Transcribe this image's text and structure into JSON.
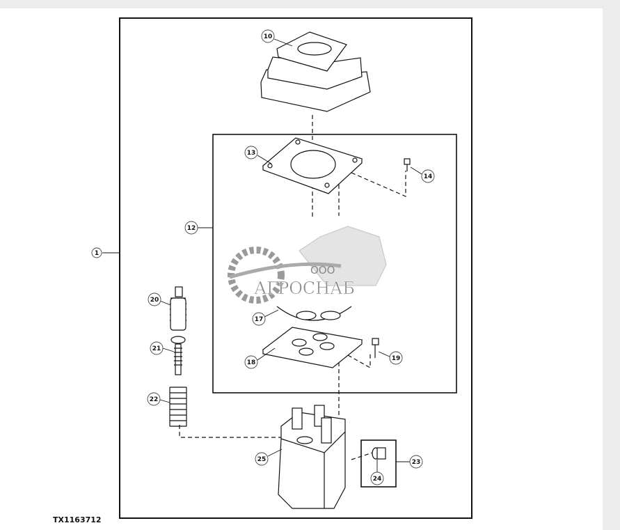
{
  "figure": {
    "id": "TX1163712",
    "callouts": [
      {
        "label": "10"
      },
      {
        "label": "13"
      },
      {
        "label": "14"
      },
      {
        "label": "12"
      },
      {
        "label": "1"
      },
      {
        "label": "20"
      },
      {
        "label": "17"
      },
      {
        "label": "21"
      },
      {
        "label": "18"
      },
      {
        "label": "19"
      },
      {
        "label": "22"
      },
      {
        "label": "25"
      },
      {
        "label": "23"
      },
      {
        "label": "24"
      }
    ]
  },
  "watermark": {
    "prefix": "ООО",
    "name": "АГРОСНАБ"
  },
  "colors": {
    "line": "#111111",
    "watermark": "#9a9a9a",
    "page": "#ffffff",
    "background": "#ececec"
  }
}
